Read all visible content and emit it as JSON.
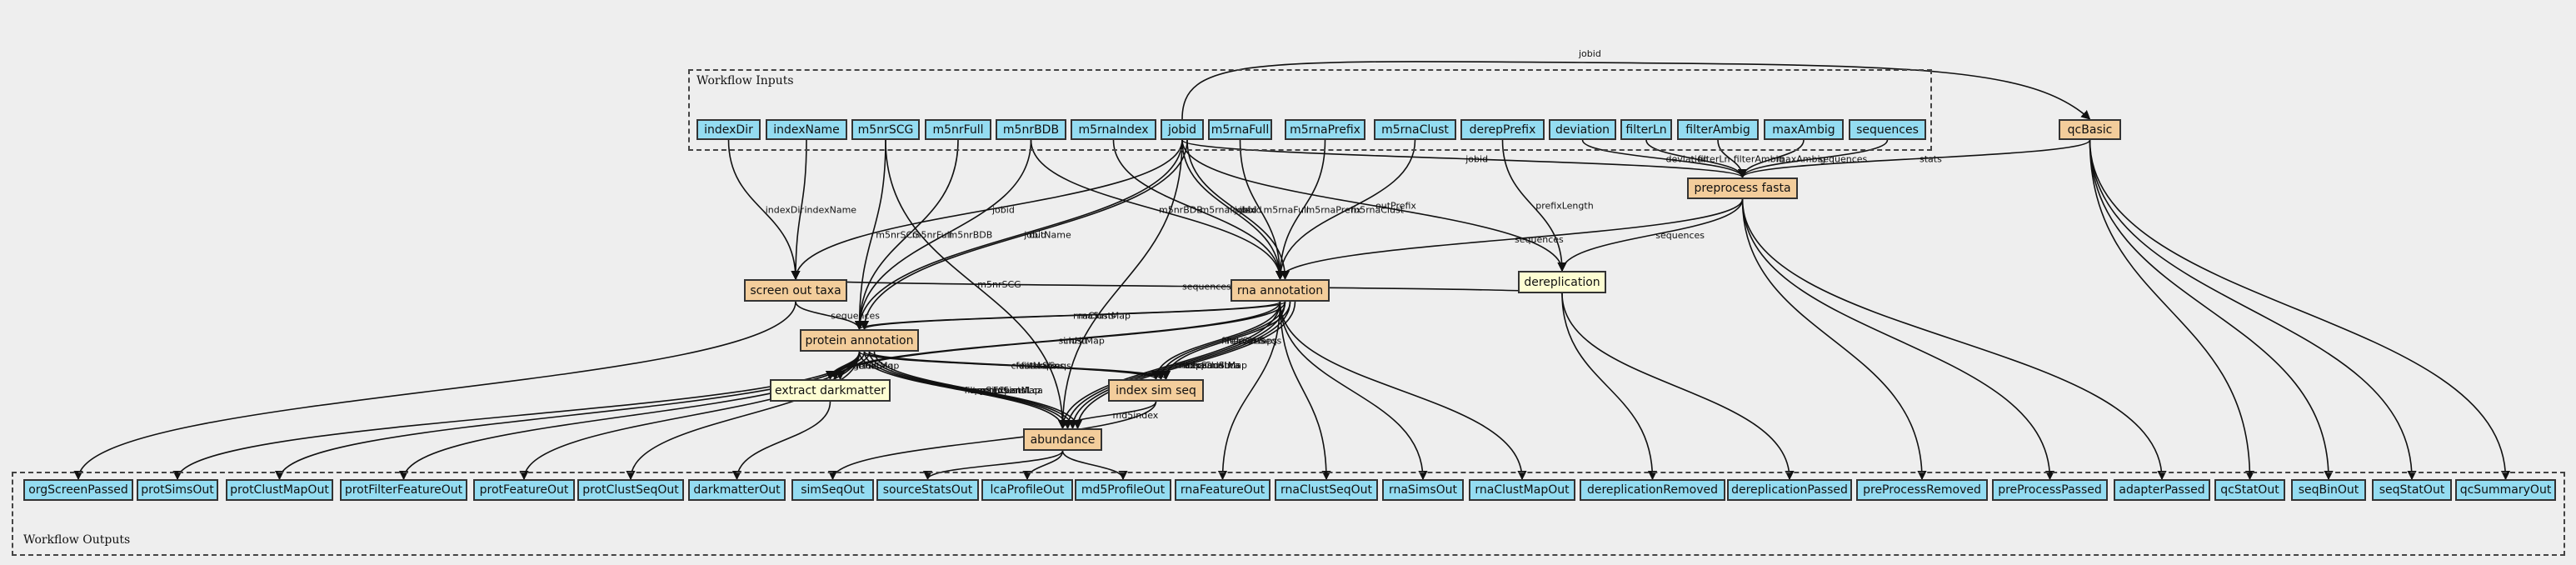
{
  "clusters": {
    "inputs_label": "Workflow Inputs",
    "outputs_label": "Workflow Outputs"
  },
  "colors": {
    "io_node": "#94dcf1",
    "step_node": "#f3cd9b",
    "subworkflow_node": "#fdfdd2",
    "background": "#eeeeee"
  },
  "inputs": [
    {
      "id": "indexDir",
      "label": "indexDir"
    },
    {
      "id": "indexName",
      "label": "indexName"
    },
    {
      "id": "m5nrSCG",
      "label": "m5nrSCG"
    },
    {
      "id": "m5nrFull",
      "label": "m5nrFull"
    },
    {
      "id": "m5nrBDB",
      "label": "m5nrBDB"
    },
    {
      "id": "m5rnaIndex",
      "label": "m5rnaIndex"
    },
    {
      "id": "jobid",
      "label": "jobid"
    },
    {
      "id": "m5rnaFull",
      "label": "m5rnaFull"
    },
    {
      "id": "m5rnaPrefix",
      "label": "m5rnaPrefix"
    },
    {
      "id": "m5rnaClust",
      "label": "m5rnaClust"
    },
    {
      "id": "derepPrefix",
      "label": "derepPrefix"
    },
    {
      "id": "deviation",
      "label": "deviation"
    },
    {
      "id": "filterLn",
      "label": "filterLn"
    },
    {
      "id": "filterAmbig",
      "label": "filterAmbig"
    },
    {
      "id": "maxAmbig",
      "label": "maxAmbig"
    },
    {
      "id": "sequences",
      "label": "sequences"
    }
  ],
  "steps": [
    {
      "id": "qcBasic",
      "label": "qcBasic",
      "kind": "step"
    },
    {
      "id": "preprocess",
      "label": "preprocess fasta",
      "kind": "step"
    },
    {
      "id": "dereplication",
      "label": "dereplication",
      "kind": "subwf"
    },
    {
      "id": "rna",
      "label": "rna annotation",
      "kind": "step"
    },
    {
      "id": "screen",
      "label": "screen out taxa",
      "kind": "step"
    },
    {
      "id": "protein",
      "label": "protein annotation",
      "kind": "step"
    },
    {
      "id": "darkmatter",
      "label": "extract darkmatter",
      "kind": "subwf"
    },
    {
      "id": "indexsim",
      "label": "index sim seq",
      "kind": "step"
    },
    {
      "id": "abundance",
      "label": "abundance",
      "kind": "step"
    }
  ],
  "outputs": [
    {
      "id": "orgScreenPassed",
      "label": "orgScreenPassed"
    },
    {
      "id": "protSimsOut",
      "label": "protSimsOut"
    },
    {
      "id": "protClustMapOut",
      "label": "protClustMapOut"
    },
    {
      "id": "protFilterFeatureOut",
      "label": "protFilterFeatureOut"
    },
    {
      "id": "protFeatureOut",
      "label": "protFeatureOut"
    },
    {
      "id": "protClustSeqOut",
      "label": "protClustSeqOut"
    },
    {
      "id": "darkmatterOut",
      "label": "darkmatterOut"
    },
    {
      "id": "simSeqOut",
      "label": "simSeqOut"
    },
    {
      "id": "sourceStatsOut",
      "label": "sourceStatsOut"
    },
    {
      "id": "lcaProfileOut",
      "label": "lcaProfileOut"
    },
    {
      "id": "md5ProfileOut",
      "label": "md5ProfileOut"
    },
    {
      "id": "rnaFeatureOut",
      "label": "rnaFeatureOut"
    },
    {
      "id": "rnaClustSeqOut",
      "label": "rnaClustSeqOut"
    },
    {
      "id": "rnaSimsOut",
      "label": "rnaSimsOut"
    },
    {
      "id": "rnaClustMapOut",
      "label": "rnaClustMapOut"
    },
    {
      "id": "dereplicationRemoved",
      "label": "dereplicationRemoved"
    },
    {
      "id": "dereplicationPassed",
      "label": "dereplicationPassed"
    },
    {
      "id": "preProcessRemoved",
      "label": "preProcessRemoved"
    },
    {
      "id": "preProcessPassed",
      "label": "preProcessPassed"
    },
    {
      "id": "adapterPassed",
      "label": "adapterPassed"
    },
    {
      "id": "qcStatOut",
      "label": "qcStatOut"
    },
    {
      "id": "seqBinOut",
      "label": "seqBinOut"
    },
    {
      "id": "seqStatOut",
      "label": "seqStatOut"
    },
    {
      "id": "qcSummaryOut",
      "label": "qcSummaryOut"
    }
  ],
  "edges": [
    {
      "from": "jobid",
      "to": "qcBasic",
      "label": "jobid"
    },
    {
      "from": "qcBasic",
      "to": "preprocess",
      "label": "stats"
    },
    {
      "from": "sequences",
      "to": "preprocess",
      "label": "sequences"
    },
    {
      "from": "maxAmbig",
      "to": "preprocess",
      "label": "maxAmbig"
    },
    {
      "from": "filterAmbig",
      "to": "preprocess",
      "label": "filterAmbig"
    },
    {
      "from": "filterLn",
      "to": "preprocess",
      "label": "filterLn"
    },
    {
      "from": "deviation",
      "to": "preprocess",
      "label": "deviation"
    },
    {
      "from": "jobid",
      "to": "preprocess",
      "label": "jobid"
    },
    {
      "from": "derepPrefix",
      "to": "dereplication",
      "label": "prefixLength"
    },
    {
      "from": "jobid",
      "to": "dereplication",
      "label": "outPrefix"
    },
    {
      "from": "preprocess",
      "to": "dereplication",
      "label": "sequences"
    },
    {
      "from": "preprocess",
      "to": "rna",
      "label": "sequences"
    },
    {
      "from": "m5rnaClust",
      "to": "rna",
      "label": "m5rnaClust"
    },
    {
      "from": "m5rnaPrefix",
      "to": "rna",
      "label": "m5rnaPrefix"
    },
    {
      "from": "m5rnaFull",
      "to": "rna",
      "label": "m5rnaFull"
    },
    {
      "from": "jobid",
      "to": "rna",
      "label": "jobid"
    },
    {
      "from": "m5rnaIndex",
      "to": "rna",
      "label": "m5rnaIndex"
    },
    {
      "from": "m5nrBDB",
      "to": "rna",
      "label": "m5nrBDB"
    },
    {
      "from": "jobid",
      "to": "rna",
      "label": "jobid"
    },
    {
      "from": "indexDir",
      "to": "screen",
      "label": "indexDir"
    },
    {
      "from": "indexName",
      "to": "screen",
      "label": "indexName"
    },
    {
      "from": "jobid",
      "to": "screen",
      "label": "jobid"
    },
    {
      "from": "dereplication",
      "to": "screen",
      "label": "sequences"
    },
    {
      "from": "m5nrSCG",
      "to": "abundance",
      "label": "m5nrSCG"
    },
    {
      "from": "screen",
      "to": "protein",
      "label": "sequences"
    },
    {
      "from": "m5nrSCG",
      "to": "protein",
      "label": "m5nrSCG"
    },
    {
      "from": "m5nrFull",
      "to": "protein",
      "label": "m5nrFull"
    },
    {
      "from": "m5nrBDB",
      "to": "protein",
      "label": "m5nrBDB"
    },
    {
      "from": "jobid",
      "to": "protein",
      "label": "jobid"
    },
    {
      "from": "jobid",
      "to": "protein",
      "label": "outName"
    },
    {
      "from": "rna",
      "to": "protein",
      "label": "rnaClustMap"
    },
    {
      "from": "rna",
      "to": "protein",
      "label": "rnaSims"
    },
    {
      "from": "protein",
      "to": "darkmatter",
      "label": "simHit"
    },
    {
      "from": "protein",
      "to": "darkmatter",
      "label": "geneSeq"
    },
    {
      "from": "protein",
      "to": "darkmatter",
      "label": "clustMap"
    },
    {
      "from": "rna",
      "to": "darkmatter",
      "label": "simHit"
    },
    {
      "from": "rna",
      "to": "darkmatter",
      "label": "clustMap"
    },
    {
      "from": "protein",
      "to": "indexsim",
      "label": "clustMaps"
    },
    {
      "from": "protein",
      "to": "indexsim",
      "label": "featureSeqs"
    },
    {
      "from": "protein",
      "to": "indexsim",
      "label": "filterSims"
    },
    {
      "from": "rna",
      "to": "indexsim",
      "label": "filterSims"
    },
    {
      "from": "rna",
      "to": "indexsim",
      "label": "featureSeqs"
    },
    {
      "from": "rna",
      "to": "indexsim",
      "label": "clustMaps"
    },
    {
      "from": "protein",
      "to": "abundance",
      "label": "filterSims"
    },
    {
      "from": "protein",
      "to": "abundance",
      "label": "expandSims"
    },
    {
      "from": "protein",
      "to": "abundance",
      "label": "protExpandLca"
    },
    {
      "from": "protein",
      "to": "abundance",
      "label": "protClustMap"
    },
    {
      "from": "indexsim",
      "to": "abundance",
      "label": "md5index"
    },
    {
      "from": "rna",
      "to": "abundance",
      "label": "rnaExpandLca"
    },
    {
      "from": "rna",
      "to": "abundance",
      "label": "filterSims"
    },
    {
      "from": "rna",
      "to": "abundance",
      "label": "expandSims"
    },
    {
      "from": "rna",
      "to": "abundance",
      "label": "rnaClustMap"
    },
    {
      "from": "jobid",
      "to": "abundance",
      "label": ""
    },
    {
      "from": "screen",
      "to": "orgScreenPassed",
      "label": ""
    },
    {
      "from": "protein",
      "to": "protSimsOut",
      "label": ""
    },
    {
      "from": "protein",
      "to": "protClustMapOut",
      "label": ""
    },
    {
      "from": "protein",
      "to": "protFilterFeatureOut",
      "label": ""
    },
    {
      "from": "protein",
      "to": "protFeatureOut",
      "label": ""
    },
    {
      "from": "protein",
      "to": "protClustSeqOut",
      "label": ""
    },
    {
      "from": "darkmatter",
      "to": "darkmatterOut",
      "label": ""
    },
    {
      "from": "indexsim",
      "to": "simSeqOut",
      "label": ""
    },
    {
      "from": "abundance",
      "to": "sourceStatsOut",
      "label": ""
    },
    {
      "from": "abundance",
      "to": "lcaProfileOut",
      "label": ""
    },
    {
      "from": "abundance",
      "to": "md5ProfileOut",
      "label": ""
    },
    {
      "from": "rna",
      "to": "rnaFeatureOut",
      "label": ""
    },
    {
      "from": "rna",
      "to": "rnaClustSeqOut",
      "label": ""
    },
    {
      "from": "rna",
      "to": "rnaSimsOut",
      "label": ""
    },
    {
      "from": "rna",
      "to": "rnaClustMapOut",
      "label": ""
    },
    {
      "from": "dereplication",
      "to": "dereplicationRemoved",
      "label": ""
    },
    {
      "from": "dereplication",
      "to": "dereplicationPassed",
      "label": ""
    },
    {
      "from": "preprocess",
      "to": "preProcessRemoved",
      "label": ""
    },
    {
      "from": "preprocess",
      "to": "preProcessPassed",
      "label": ""
    },
    {
      "from": "preprocess",
      "to": "adapterPassed",
      "label": ""
    },
    {
      "from": "qcBasic",
      "to": "qcStatOut",
      "label": ""
    },
    {
      "from": "qcBasic",
      "to": "seqBinOut",
      "label": ""
    },
    {
      "from": "qcBasic",
      "to": "seqStatOut",
      "label": ""
    },
    {
      "from": "qcBasic",
      "to": "qcSummaryOut",
      "label": ""
    }
  ]
}
